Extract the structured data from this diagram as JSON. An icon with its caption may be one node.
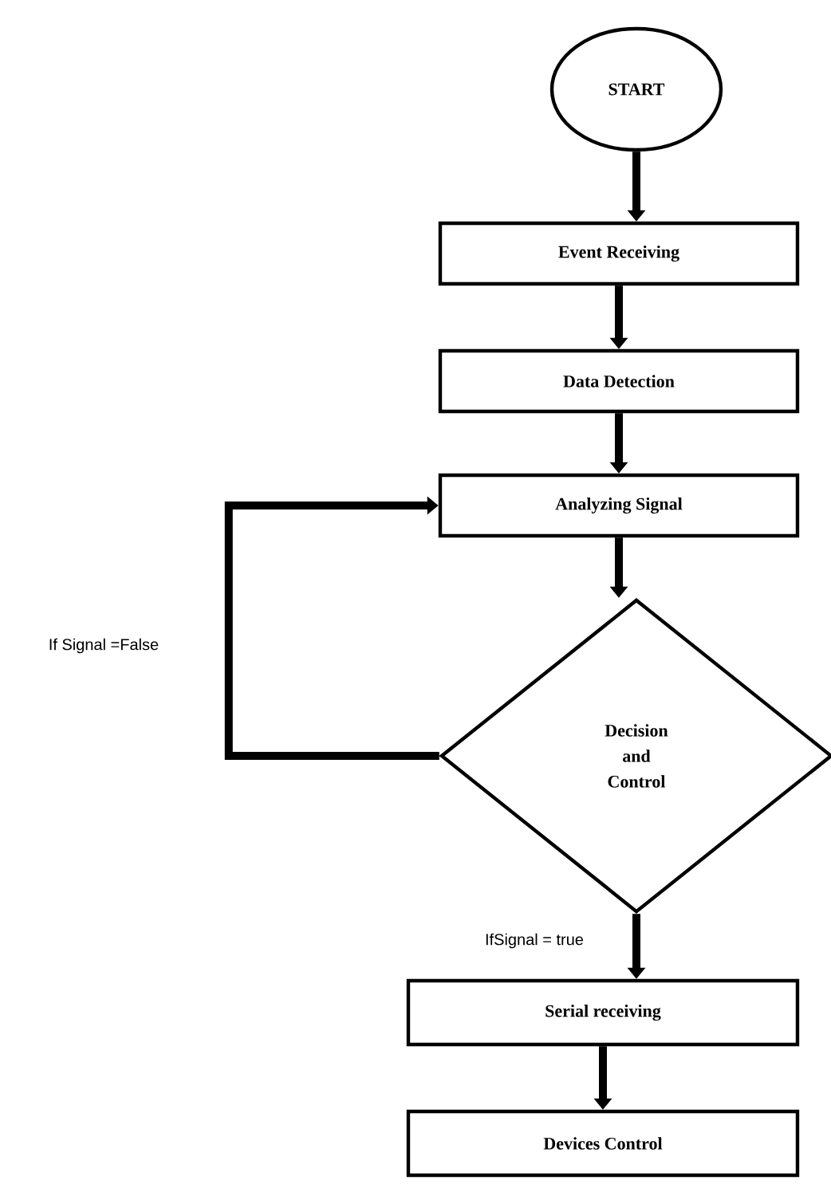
{
  "diagram": {
    "nodes": [
      {
        "text": [
          "START"
        ]
      },
      {
        "text": [
          "Event Receiving"
        ]
      },
      {
        "text": [
          "Data Detection"
        ]
      },
      {
        "text": [
          "Analyzing Signal"
        ]
      },
      {
        "text": [
          "Decision and Control"
        ]
      },
      {
        "text": [
          "Serial receiving"
        ]
      },
      {
        "text": [
          "Devices Control"
        ]
      }
    ],
    "edges": [
      {
        "from": 0,
        "to": 1,
        "arrow": "to"
      },
      {
        "from": 1,
        "to": 2,
        "arrow": "to"
      },
      {
        "from": 2,
        "to": 3,
        "arrow": "to"
      },
      {
        "from": 3,
        "to": 4,
        "arrow": "to"
      },
      {
        "from": 4,
        "to": 3,
        "arrow": "to",
        "label": "If Signal =False"
      },
      {
        "from": 4,
        "to": 5,
        "arrow": "to",
        "label": "IfSignal = true"
      },
      {
        "from": 5,
        "to": 6,
        "arrow": "to"
      }
    ]
  }
}
